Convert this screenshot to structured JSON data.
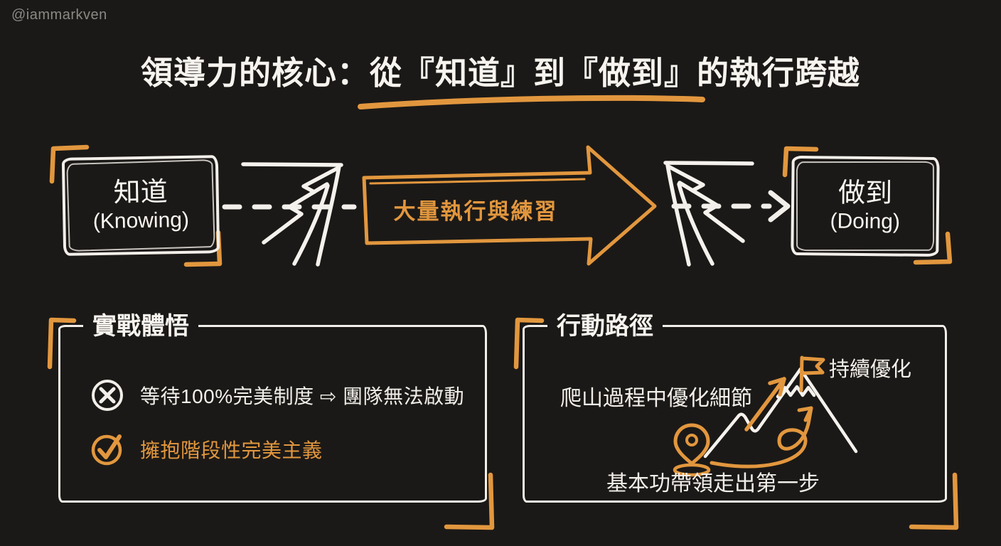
{
  "watermark": "@iammarkven",
  "title": "領導力的核心：從『知道』到『做到』的執行跨越",
  "flow": {
    "knowing": {
      "zh": "知道",
      "en": "(Knowing)"
    },
    "bridge_label": "大量執行與練習",
    "doing": {
      "zh": "做到",
      "en": "(Doing)"
    }
  },
  "insights": {
    "title": "實戰體悟",
    "negative": "等待100%完美制度 ⇨ 團隊無法啟動",
    "positive": "擁抱階段性完美主義"
  },
  "action": {
    "title": "行動路徑",
    "peak_label": "持續優化",
    "climb_label": "爬山過程中優化細節",
    "base_label": "基本功帶領走出第一步"
  },
  "icons": {
    "negative": "cross-circle-icon",
    "positive": "check-circle-icon",
    "flag": "flag-icon",
    "pin": "location-pin-icon"
  },
  "colors": {
    "background": "#1B1917",
    "accent_orange": "#E2973E",
    "text_white": "#F2EFEA",
    "watermark_gray": "#8B8885"
  }
}
